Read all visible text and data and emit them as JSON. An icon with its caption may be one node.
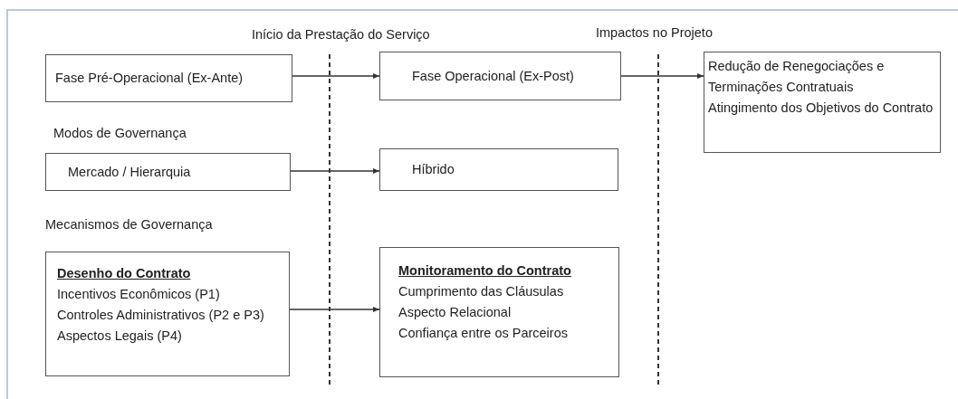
{
  "diagram": {
    "nodes": [
      {
        "text": [
          "Fase Pré-Operacional (Ex-Ante)"
        ]
      },
      {
        "text": [
          "Fase Operacional (Ex-Post)"
        ]
      },
      {
        "text": [
          "Redução de Renegociações e Terminações Contratuais",
          "Atingimento dos Objetivos do Contrato"
        ]
      },
      {
        "text": [
          "Mercado / Hierarquia"
        ]
      },
      {
        "text": [
          "Híbrido"
        ]
      },
      {
        "text": [
          "Desenho do Contrato",
          "Incentivos Econômicos (P1)",
          "Controles Administrativos (P2 e P3)",
          "Aspectos Legais (P4)"
        ]
      },
      {
        "text": [
          "Monitoramento do Contrato",
          "Cumprimento das Cláusulas",
          "Aspecto Relacional",
          "Confiança entre os Parceiros"
        ]
      }
    ],
    "edges": [
      {
        "from": 0,
        "to": 1,
        "arrow": "to"
      },
      {
        "from": 1,
        "to": 2,
        "arrow": "to"
      },
      {
        "from": 3,
        "to": 4,
        "arrow": "to"
      },
      {
        "from": 5,
        "to": 6,
        "arrow": "to"
      }
    ],
    "labels": [
      "Início da Prestação do Serviço",
      "Impactos no Projeto",
      "Modos de Governança",
      "Mecanismos de Governança"
    ]
  }
}
